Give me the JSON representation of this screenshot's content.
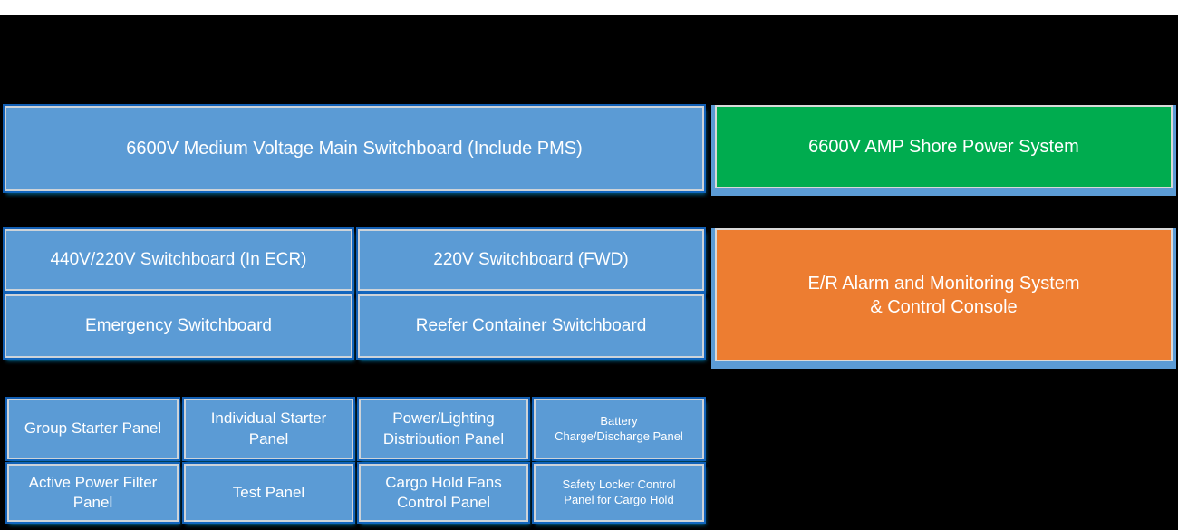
{
  "slide": {
    "background_color": "#000000",
    "top_strip_color": "#ffffff"
  },
  "colors": {
    "box_blue": "#5b9bd5",
    "box_green": "#00ac4f",
    "box_orange": "#ed7d31",
    "border_gray": "#d9d9d9",
    "glow_blue": "#1e90ff",
    "text": "#ffffff"
  },
  "boxes": {
    "main_switchboard": {
      "label": "6600V Medium Voltage Main Switchboard (Include PMS)"
    },
    "shore_power": {
      "label": "6600V AMP Shore Power System"
    },
    "switchboard_ecr": {
      "label": "440V/220V Switchboard (In ECR)"
    },
    "switchboard_fwd": {
      "label": "220V Switchboard (FWD)"
    },
    "emergency_switchboard": {
      "label": "Emergency Switchboard"
    },
    "reefer_switchboard": {
      "label": "Reefer Container Switchboard"
    },
    "alarm_console": {
      "label": "E/R Alarm and Monitoring System\n& Control Console"
    },
    "panels": [
      {
        "label": "Group Starter Panel"
      },
      {
        "label": "Individual Starter\nPanel"
      },
      {
        "label": "Power/Lighting\nDistribution Panel"
      },
      {
        "label": "Battery\nCharge/Discharge Panel"
      },
      {
        "label": "Active Power Filter\nPanel"
      },
      {
        "label": "Test Panel"
      },
      {
        "label": "Cargo Hold Fans\nControl Panel"
      },
      {
        "label": "Safety Locker Control\nPanel for Cargo Hold"
      }
    ]
  }
}
